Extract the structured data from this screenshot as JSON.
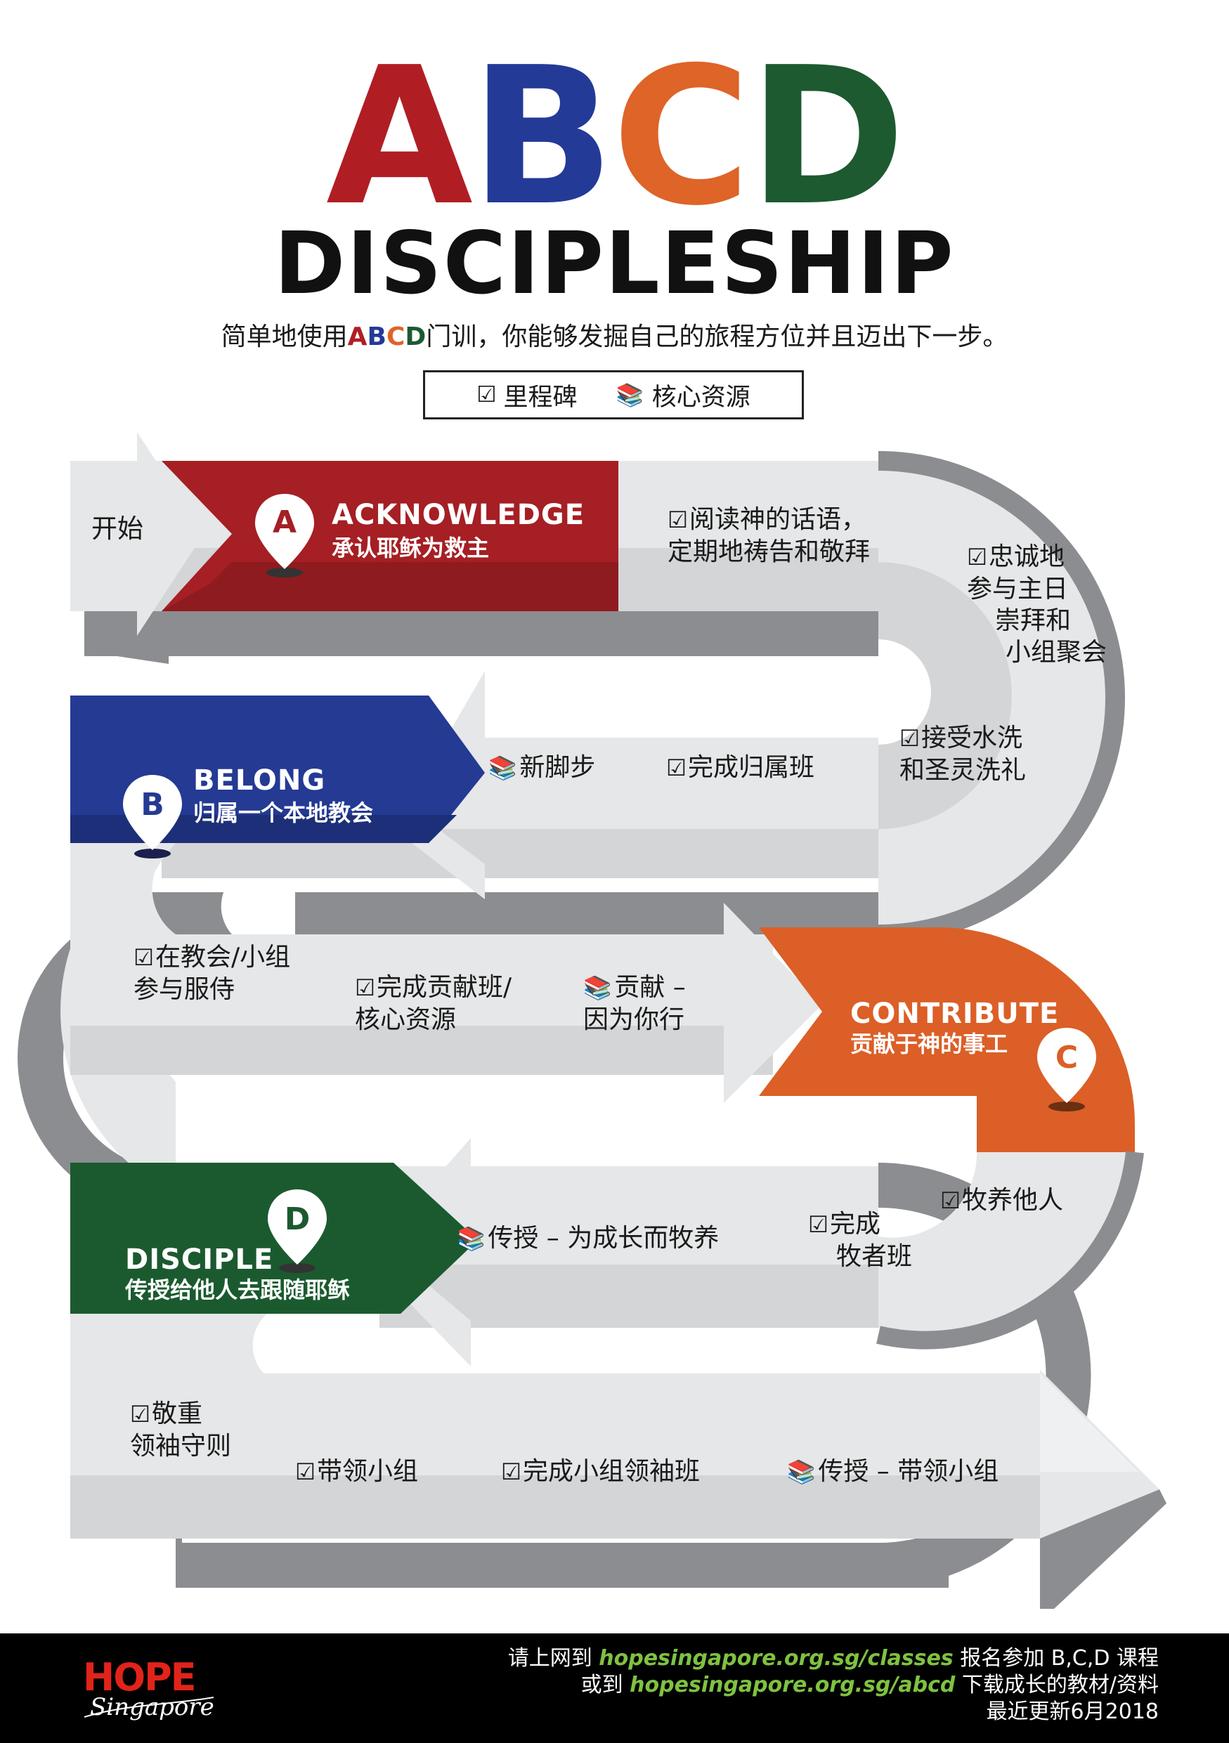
{
  "title": {
    "letters": [
      {
        "char": "A",
        "color": "#b01e24"
      },
      {
        "char": "B",
        "color": "#233a97"
      },
      {
        "char": "C",
        "color": "#de6428"
      },
      {
        "char": "D",
        "color": "#1d5a30"
      }
    ],
    "subtitle": "DISCIPLESHIP"
  },
  "tagline": {
    "before": "简单地使用",
    "abcd": [
      "A",
      "B",
      "C",
      "D"
    ],
    "after": "门训，你能够发掘自己的旅程方位并且迈出下一步。"
  },
  "legend": {
    "milestone_label": "里程碑",
    "resource_label": "核心资源",
    "milestone_icon": "checkbox-icon",
    "resource_icon": "book-icon"
  },
  "colors": {
    "red": "#a51f24",
    "blue": "#243a93",
    "orange": "#db5f27",
    "green": "#1b5a2f",
    "path_light": "#e6e7e8",
    "path_mid": "#d1d2d4",
    "path_dark": "#8d8e91"
  },
  "start_label": "开始",
  "stages": {
    "a": {
      "letter": "A",
      "name": "ACKNOWLEDGE",
      "desc": "承认耶稣为救主"
    },
    "b": {
      "letter": "B",
      "name": "BELONG",
      "desc": "归属一个本地教会"
    },
    "c": {
      "letter": "C",
      "name": "CONTRIBUTE",
      "desc": "贡献于神的事工"
    },
    "d": {
      "letter": "D",
      "name": "DISCIPLE",
      "desc": "传授给他人去跟随耶稣"
    }
  },
  "steps": {
    "a1": [
      "阅读神的话语，",
      "定期地祷告和敬拜"
    ],
    "a2": [
      "忠诚地",
      "参与主日",
      "崇拜和",
      "小组聚会"
    ],
    "a3": [
      "接受水洗",
      "和圣灵洗礼"
    ],
    "b_res": "新脚步",
    "b1": "完成归属班",
    "b2": [
      "在教会/小组",
      "参与服侍"
    ],
    "b3": [
      "完成贡献班/",
      "核心资源"
    ],
    "c_res": [
      "贡献 –",
      "因为你行"
    ],
    "c1": "牧养他人",
    "c2": [
      "完成",
      "牧者班"
    ],
    "d_res": "传授 – 为成长而牧养",
    "d1": [
      "敬重",
      "领袖守则"
    ],
    "d2": "带领小组",
    "d3": "完成小组领袖班",
    "d_res2": "传授 – 带领小组"
  },
  "footer": {
    "line1_before": "请上网到 ",
    "line1_url": "hopesingapore.org.sg/classes",
    "line1_after": " 报名参加 B,C,D 课程",
    "line2_before": "或到 ",
    "line2_url": "hopesingapore.org.sg/abcd",
    "line2_after": " 下载成长的教材/资料",
    "line3": "最近更新6月2018",
    "logo_word": "HOPE",
    "logo_script": "Singapore"
  }
}
